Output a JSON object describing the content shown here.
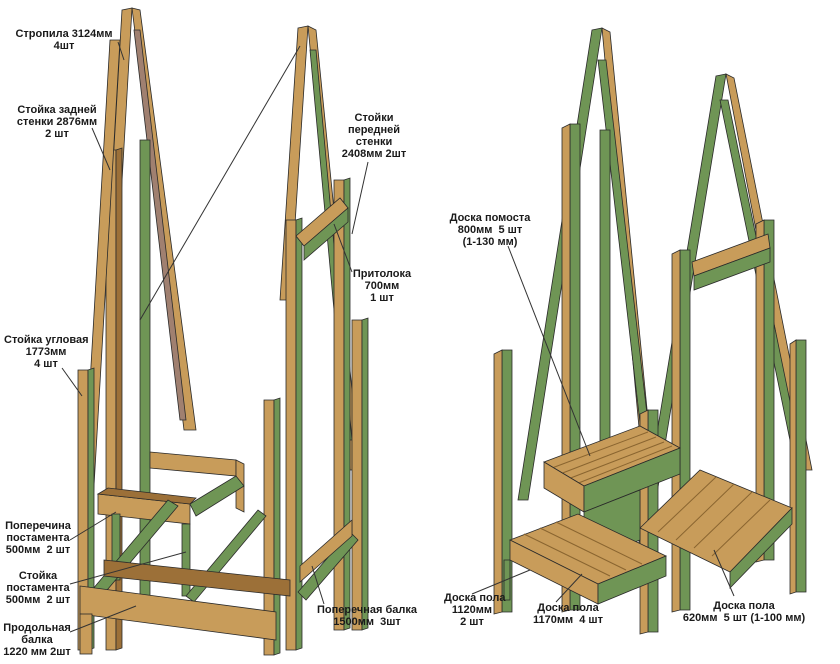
{
  "colors": {
    "wood": "#c89c5a",
    "wood_dark": "#9c7038",
    "green": "#6f9555",
    "green_dark": "#4d6e3b",
    "pink": "#a08070",
    "leader": "#333333"
  },
  "left_labels": {
    "rafter": "Стропила 3124мм\n4шт",
    "rear_post": "Стойка задней\nстенки 2876мм\n2 шт",
    "front_posts": "Стойки\nпередней\nстенки\n2408мм 2шт",
    "lintel": "Притолока\n700мм\n1 шт",
    "corner_post": "Стойка угловая\n1773мм\n4 шт",
    "pedestal_cross": "Поперечина\nпостамента\n500мм  2 шт",
    "pedestal_post": "Стойка\nпостамента\n500мм  2 шт",
    "long_beam": "Продольная\nбалка\n1220 мм 2шт",
    "cross_beam": "Поперечная балка\n1500мм  3шт"
  },
  "right_labels": {
    "platform_board": "Доска помоста\n800мм  5 шт\n(1-130 мм)",
    "floor_board_1": "Доска пола\n1120мм\n2 шт",
    "floor_board_2": "Доска пола\n1170мм  4 шт",
    "floor_board_3": "Доска пола\n620мм  5 шт (1-100 мм)"
  }
}
